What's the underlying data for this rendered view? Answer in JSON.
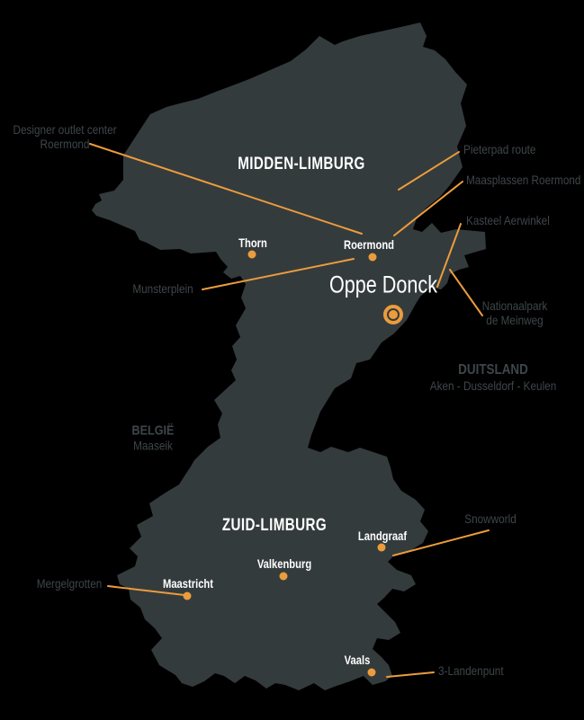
{
  "colors": {
    "background": "#000000",
    "land": "#343B3D",
    "accent_orange": "#EC9C3C",
    "muted_text": "#3E4649",
    "bright_text": "#FFFFFF"
  },
  "regions": [
    {
      "label": "MIDDEN-LIMBURG"
    },
    {
      "label": "ZUID-LIMBURG"
    }
  ],
  "featured_location": {
    "label": "Oppe Donck",
    "marker": "ring-marker"
  },
  "cities": [
    {
      "label": "Thorn"
    },
    {
      "label": "Roermond"
    },
    {
      "label": "Landgraaf"
    },
    {
      "label": "Valkenburg"
    },
    {
      "label": "Maastricht"
    },
    {
      "label": "Vaals"
    }
  ],
  "neighboring_countries": [
    {
      "name": "BELGIË",
      "subtitle": "Maaseik"
    },
    {
      "name": "DUITSLAND",
      "subtitle": "Aken - Dusseldorf - Keulen"
    }
  ],
  "points_of_interest": [
    {
      "label": "Designer outlet center",
      "label2": "Roermond"
    },
    {
      "label": "Pieterpad route"
    },
    {
      "label": "Maasplassen Roermond"
    },
    {
      "label": "Kasteel Aerwinkel"
    },
    {
      "label": "Nationaalpark",
      "label2": "de Meinweg"
    },
    {
      "label": "Munsterplein"
    },
    {
      "label": "Snowworld"
    },
    {
      "label": "Mergelgrotten"
    },
    {
      "label": "3-Landenpunt"
    }
  ]
}
